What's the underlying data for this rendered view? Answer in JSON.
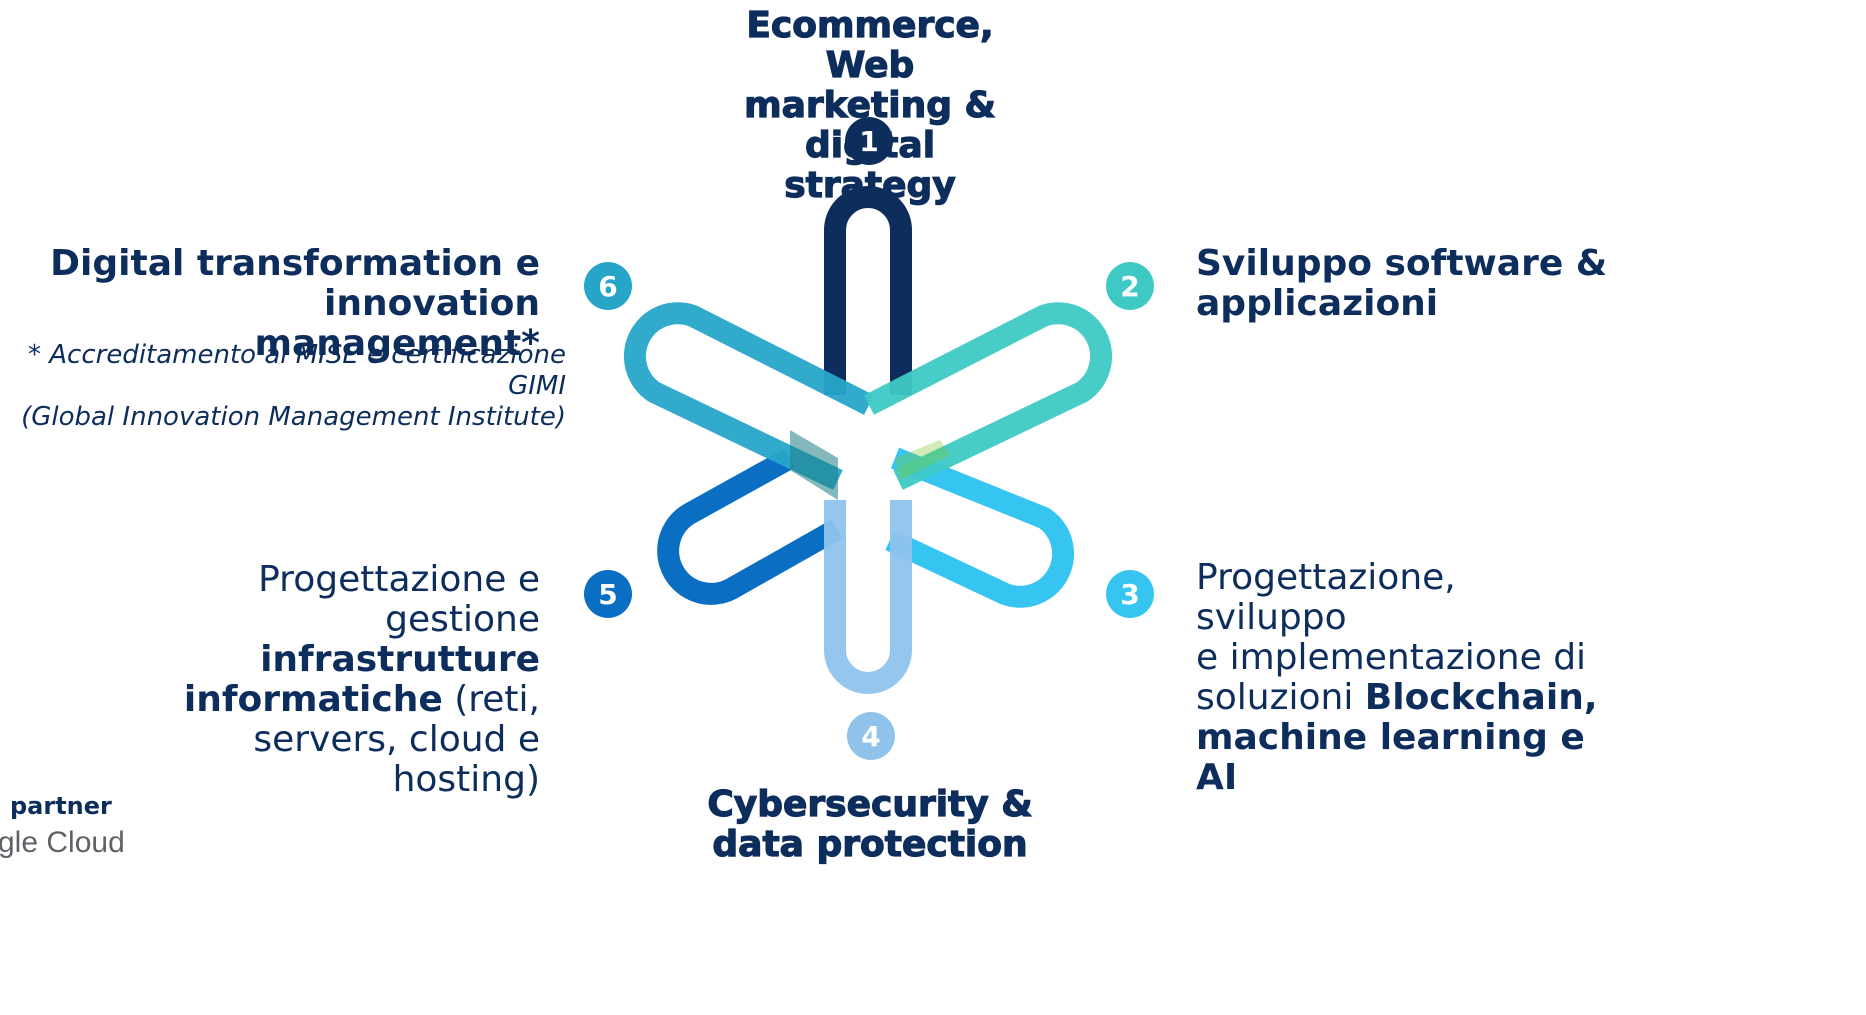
{
  "diagram": {
    "item1": {
      "number": "1",
      "line1": "Ecommerce, Web",
      "line2": "marketing & digital",
      "line3": "strategy"
    },
    "item2": {
      "number": "2",
      "line1": "Sviluppo software &",
      "line2": "applicazioni"
    },
    "item3": {
      "number": "3",
      "line1": "Progettazione, sviluppo",
      "line2": "e implementazione di",
      "line3_pre": "soluzioni ",
      "line3_bold": "Blockchain,",
      "line4": "machine learning e",
      "line5": "AI"
    },
    "item4": {
      "number": "4",
      "line1": "Cybersecurity &",
      "line2": "data protection"
    },
    "item5": {
      "number": "5",
      "line1": "Progettazione e gestione",
      "line2": "infrastrutture",
      "line3_bold": "informatiche",
      "line3_post": " (reti,",
      "line4": "servers, cloud e",
      "line5": "hosting)"
    },
    "item6": {
      "number": "6",
      "line1": "Digital transformation e",
      "line2": "innovation management*",
      "note1": "* Accreditamento al MISE e certificazione GIMI",
      "note2": "(Global Innovation Management Institute)"
    }
  },
  "footer": {
    "partner": "partner",
    "cloud_logo_text": "gle Cloud"
  },
  "colors": {
    "arm1": "#0d2d5c",
    "arm2": "#3ec9c4",
    "arm3": "#36c5f0",
    "arm4": "#8fc3ec",
    "arm5": "#0a6fc2",
    "arm6": "#27a5c9"
  }
}
